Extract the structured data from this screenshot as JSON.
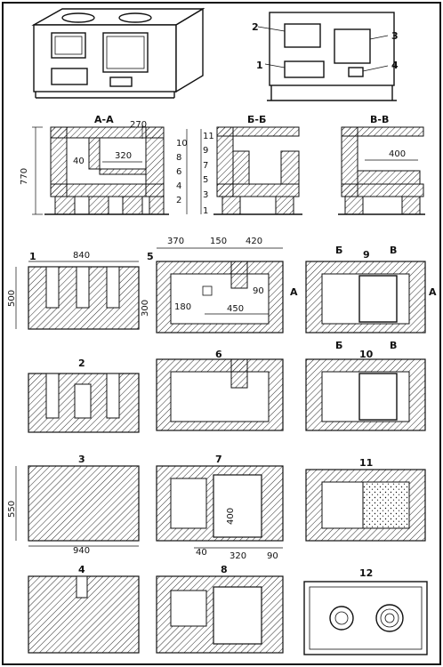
{
  "views": {
    "front_numbers": [
      "1",
      "2",
      "3",
      "4"
    ],
    "sections": [
      "А-А",
      "Б-Б",
      "В-В"
    ],
    "levels": [
      "1",
      "2",
      "3",
      "4",
      "5",
      "6",
      "7",
      "8",
      "9",
      "10",
      "11"
    ],
    "plan_numbers": [
      "1",
      "2",
      "3",
      "4",
      "5",
      "6",
      "7",
      "8",
      "9",
      "10",
      "11",
      "12"
    ],
    "section_marks": [
      "А",
      "А",
      "Б",
      "Б",
      "В",
      "В"
    ]
  },
  "dimensions": {
    "height_770": "770",
    "h_270": "270",
    "w_320_aa": "320",
    "d_40_aa": "40",
    "w_400_vv": "400",
    "w_840": "840",
    "h_500": "500",
    "w_370": "370",
    "w_150": "150",
    "w_420": "420",
    "h_300": "300",
    "w_180": "180",
    "w_450": "450",
    "w_90_r5": "90",
    "h_550": "550",
    "w_940": "940",
    "h_400_r7": "400",
    "w_40_r7": "40",
    "w_320_r7": "320",
    "w_90_r7": "90"
  },
  "colors": {
    "ink": "#111111",
    "paper": "#ffffff"
  }
}
